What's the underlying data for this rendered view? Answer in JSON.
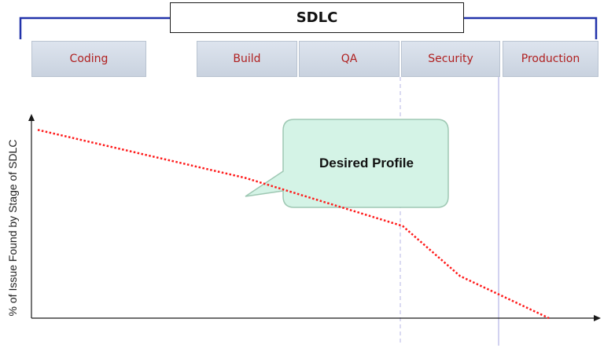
{
  "chart_data": {
    "type": "line",
    "title": "SDLC",
    "categories": [
      "Coding",
      "Build",
      "QA",
      "Security",
      "Production"
    ],
    "series": [
      {
        "values": [
          94,
          70,
          46,
          21,
          0
        ]
      }
    ],
    "xlabel": "",
    "ylabel": "% of Issue Found by Stage of SDLC",
    "ylim": [
      0,
      100
    ],
    "grid": false,
    "annotation": "Desired Profile",
    "colors": {
      "line": "#ff1a1a",
      "stage_text": "#b02020",
      "bracket": "#2233aa",
      "callout_fill": "#d4f3e6",
      "callout_stroke": "#9ec8b3"
    }
  }
}
